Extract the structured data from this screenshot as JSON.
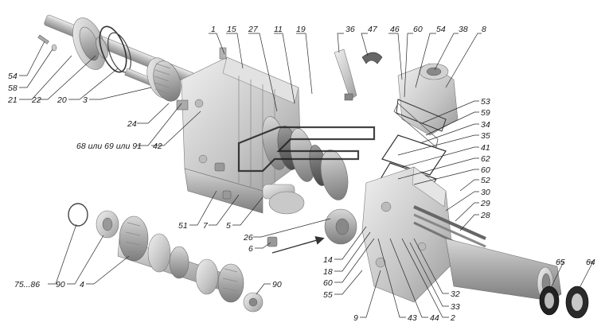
{
  "diagram": {
    "callouts": [
      {
        "id": "c1",
        "label": "1"
      },
      {
        "id": "c15",
        "label": "15"
      },
      {
        "id": "c27",
        "label": "27"
      },
      {
        "id": "c11",
        "label": "11"
      },
      {
        "id": "c19",
        "label": "19"
      },
      {
        "id": "c36",
        "label": "36"
      },
      {
        "id": "c47",
        "label": "47"
      },
      {
        "id": "c46",
        "label": "46"
      },
      {
        "id": "c60a",
        "label": "60"
      },
      {
        "id": "c54a",
        "label": "54"
      },
      {
        "id": "c38",
        "label": "38"
      },
      {
        "id": "c8",
        "label": "8"
      },
      {
        "id": "c54b",
        "label": "54"
      },
      {
        "id": "c58",
        "label": "58"
      },
      {
        "id": "c21",
        "label": "21"
      },
      {
        "id": "c22",
        "label": "22"
      },
      {
        "id": "c20",
        "label": "20"
      },
      {
        "id": "c3",
        "label": "3"
      },
      {
        "id": "c24",
        "label": "24"
      },
      {
        "id": "c68",
        "label": "68 или 69 или 91"
      },
      {
        "id": "c42",
        "label": "42"
      },
      {
        "id": "c53",
        "label": "53"
      },
      {
        "id": "c59",
        "label": "59"
      },
      {
        "id": "c34",
        "label": "34"
      },
      {
        "id": "c35",
        "label": "35"
      },
      {
        "id": "c41",
        "label": "41"
      },
      {
        "id": "c62",
        "label": "62"
      },
      {
        "id": "c60b",
        "label": "60"
      },
      {
        "id": "c52",
        "label": "52"
      },
      {
        "id": "c30",
        "label": "30"
      },
      {
        "id": "c29",
        "label": "29"
      },
      {
        "id": "c28",
        "label": "28"
      },
      {
        "id": "c51",
        "label": "51"
      },
      {
        "id": "c7",
        "label": "7"
      },
      {
        "id": "c5",
        "label": "5"
      },
      {
        "id": "c26",
        "label": "26"
      },
      {
        "id": "c6",
        "label": "6"
      },
      {
        "id": "c14",
        "label": "14"
      },
      {
        "id": "c18",
        "label": "18"
      },
      {
        "id": "c60c",
        "label": "60"
      },
      {
        "id": "c55",
        "label": "55"
      },
      {
        "id": "c9",
        "label": "9"
      },
      {
        "id": "c43",
        "label": "43"
      },
      {
        "id": "c44",
        "label": "44"
      },
      {
        "id": "c2",
        "label": "2"
      },
      {
        "id": "c33",
        "label": "33"
      },
      {
        "id": "c32",
        "label": "32"
      },
      {
        "id": "c65",
        "label": "65"
      },
      {
        "id": "c64",
        "label": "64"
      },
      {
        "id": "c7586",
        "label": "75...86"
      },
      {
        "id": "c90a",
        "label": "90"
      },
      {
        "id": "c4",
        "label": "4"
      },
      {
        "id": "c90b",
        "label": "90"
      }
    ]
  }
}
